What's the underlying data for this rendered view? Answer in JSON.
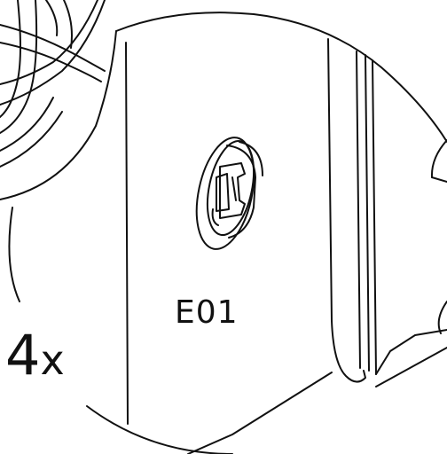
{
  "diagram": {
    "part_code": "E01",
    "quantity": {
      "number": "4",
      "suffix": "x"
    },
    "line_color": "#111111",
    "background_color": "#ffffff"
  }
}
